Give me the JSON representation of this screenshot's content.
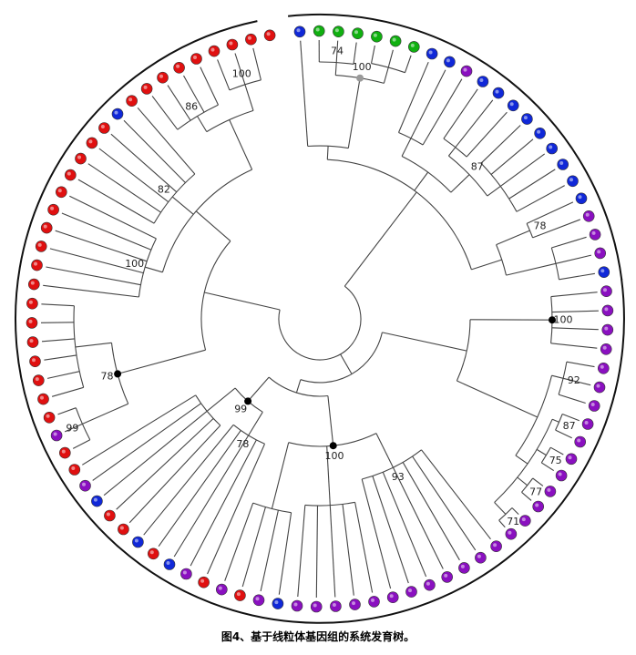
{
  "caption": "图4、基于线粒体基因组的系统发育树。",
  "colors": {
    "red": "#e01010",
    "blue": "#1028d8",
    "green": "#10b010",
    "purple": "#8a10c0",
    "gray": "#9a9a9a",
    "node": "#000000"
  },
  "tip_sequence": [
    "blue",
    "green",
    "green",
    "green",
    "green",
    "green",
    "green",
    "blue",
    "blue",
    "purple",
    "blue",
    "blue",
    "blue",
    "blue",
    "blue",
    "blue",
    "blue",
    "blue",
    "blue",
    "purple",
    "purple",
    "purple",
    "blue",
    "purple",
    "purple",
    "purple",
    "purple",
    "purple",
    "purple",
    "purple",
    "purple",
    "purple",
    "purple",
    "purple",
    "purple",
    "purple",
    "purple",
    "purple",
    "purple",
    "purple",
    "purple",
    "purple",
    "purple",
    "purple",
    "purple",
    "purple",
    "purple",
    "purple",
    "purple",
    "purple",
    "blue",
    "purple",
    "red",
    "purple",
    "red",
    "purple",
    "blue",
    "red",
    "blue",
    "red",
    "red",
    "blue",
    "purple",
    "red",
    "red",
    "purple",
    "red",
    "red",
    "red",
    "red",
    "red",
    "red",
    "red",
    "red",
    "red",
    "red",
    "red",
    "red",
    "red",
    "red",
    "red",
    "red",
    "red",
    "blue",
    "red",
    "red",
    "red",
    "red",
    "red",
    "red",
    "red",
    "red",
    "red"
  ],
  "bootstrap_labels": [
    "74",
    "100",
    "87",
    "78",
    "100",
    "92",
    "87",
    "75",
    "77",
    "71",
    "93",
    "100",
    "99",
    "78",
    "99",
    "78",
    "100",
    "82",
    "86",
    "100"
  ]
}
